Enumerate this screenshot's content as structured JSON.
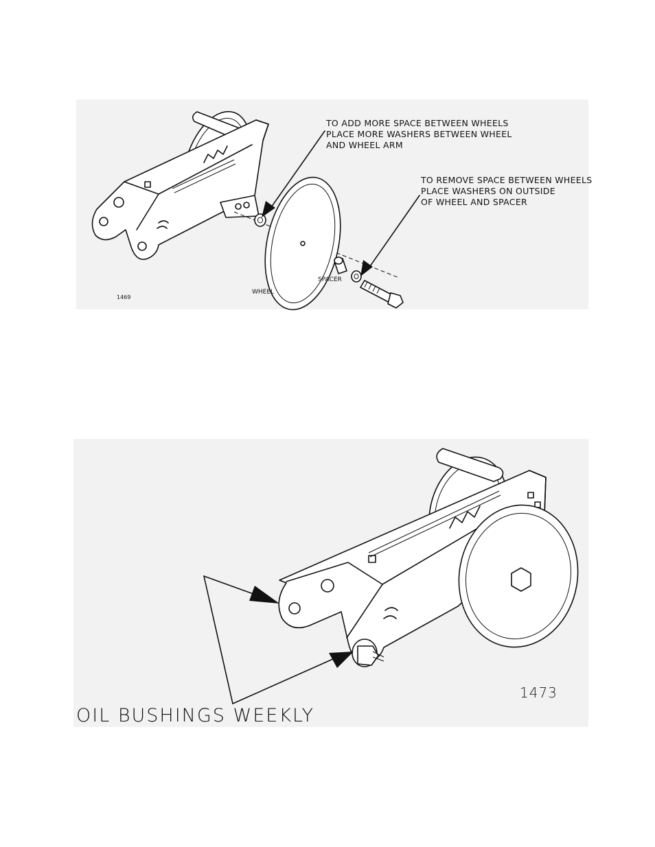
{
  "figure_top": {
    "note_add_space": [
      "TO ADD MORE SPACE BETWEEN WHEELS",
      "PLACE MORE WASHERS BETWEEN WHEEL",
      "AND WHEEL ARM"
    ],
    "note_remove_space": [
      "TO REMOVE SPACE BETWEEN WHEELS",
      "PLACE WASHERS ON OUTSIDE",
      "OF WHEEL AND SPACER"
    ],
    "label_wheel": "WHEEL",
    "label_spacer": "SPACER",
    "figure_number": "1469"
  },
  "figure_bottom": {
    "title": "OIL BUSHINGS WEEKLY",
    "figure_number": "1473"
  }
}
